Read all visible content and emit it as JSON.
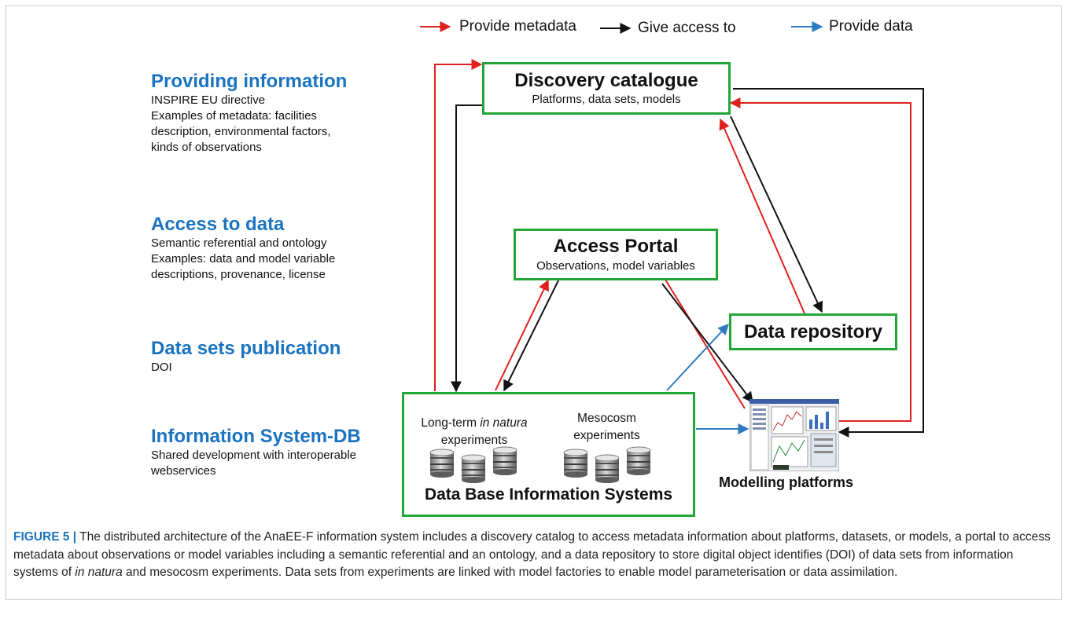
{
  "legend": {
    "items": [
      {
        "label": "Provide metadata",
        "color": "#e0201e"
      },
      {
        "label": "Give access to",
        "color": "#111111"
      },
      {
        "label": "Provide data",
        "color": "#2f7bbf"
      }
    ]
  },
  "sections": [
    {
      "title": "Providing information",
      "lines": [
        "INSPIRE EU directive",
        "Examples of metadata: facilities",
        "description, environmental factors,",
        "kinds of observations"
      ]
    },
    {
      "title": "Access to data",
      "lines": [
        "Semantic referential and ontology",
        "Examples: data and model variable",
        "descriptions, provenance, license"
      ]
    },
    {
      "title": "Data sets publication",
      "lines": [
        "DOI"
      ]
    },
    {
      "title": "Information System-DB",
      "lines": [
        "Shared development with interoperable",
        "webservices"
      ]
    }
  ],
  "nodes": {
    "discovery": {
      "title": "Discovery catalogue",
      "subtitle": "Platforms, data sets, models"
    },
    "portal": {
      "title": "Access Portal",
      "subtitle": "Observations, model variables"
    },
    "repository": {
      "title": "Data repository"
    },
    "dbis": {
      "title": "Data Base Information Systems",
      "longterm_pre": "Long-term ",
      "longterm_em": "in natura",
      "longterm_post": "experiments",
      "mesocosm_1": "Mesocosm",
      "mesocosm_2": "experiments"
    },
    "modelling": {
      "title": "Modelling platforms"
    }
  },
  "caption": {
    "label": "FIGURE 5",
    "separator": "|",
    "text_1": " The distributed architecture of the AnaEE-F information system includes a discovery catalog to access metadata information about platforms, datasets, or models, a portal to access metadata about observations or model variables including a semantic referential and an ontology, and a data repository to store digital object identifies (DOI) of data sets from information systems of ",
    "text_em": "in natura",
    "text_2": " and mesocosm experiments. Data sets from experiments are linked with model factories to enable model parameterisation or data assimilation."
  },
  "colors": {
    "metadata": "#e0201e",
    "access": "#111111",
    "data": "#2f7bbf",
    "section_title": "#1a73c0",
    "box_border": "#22a638"
  },
  "icons": [
    "database-icon",
    "screenshot-thumbnail"
  ]
}
